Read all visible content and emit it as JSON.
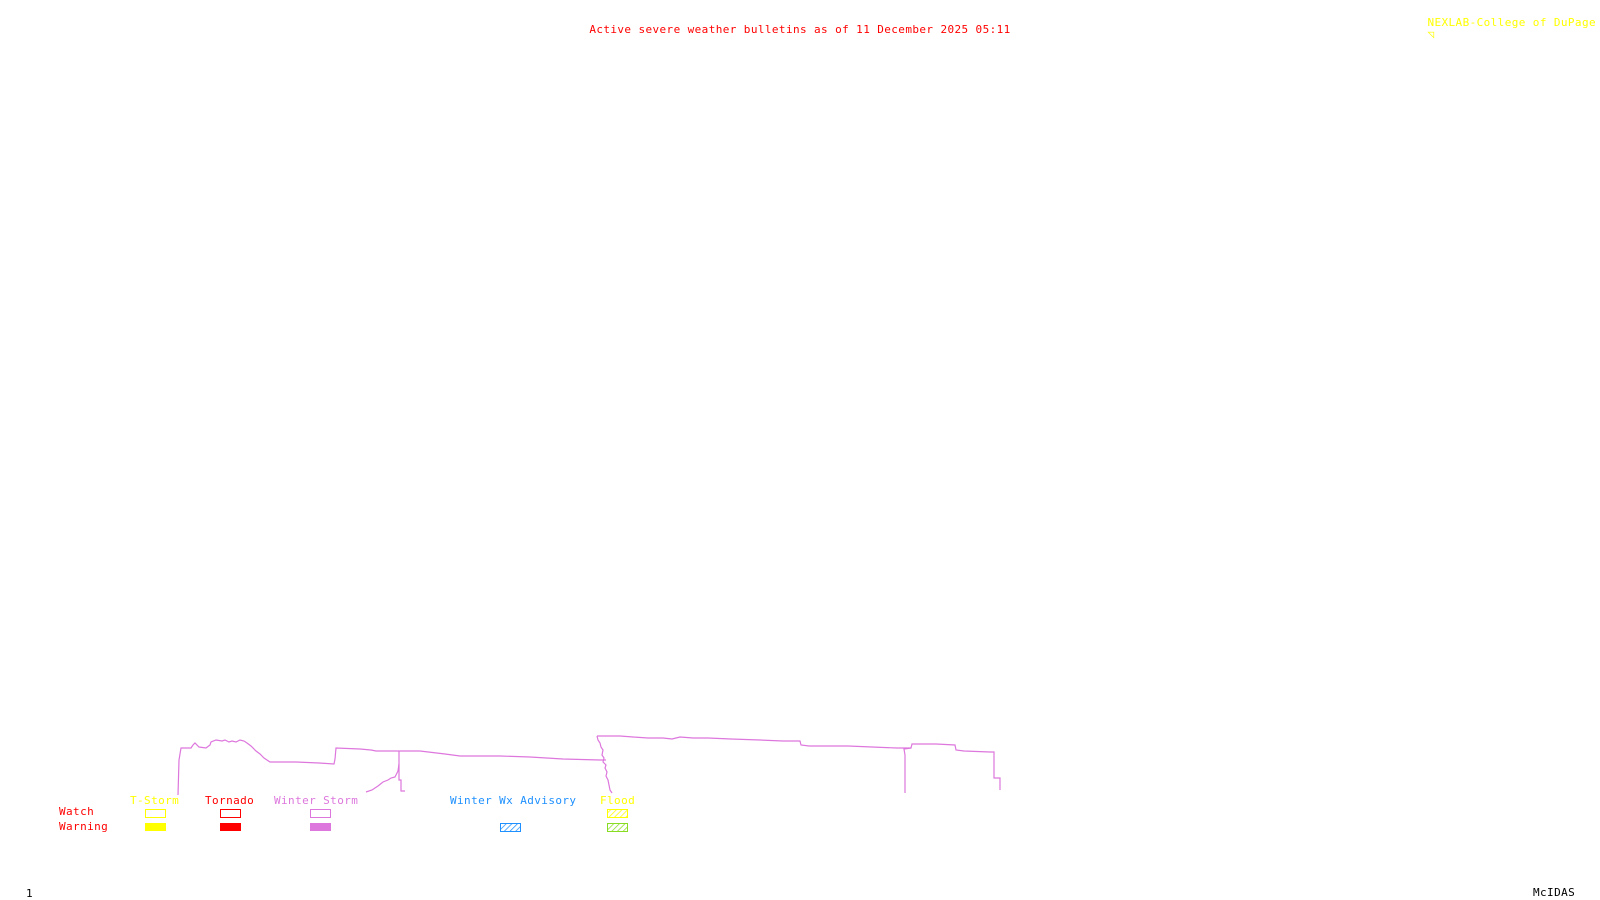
{
  "title": "Active severe weather bulletins as of 11 December 2025 05:11",
  "branding": "NEXLAB-College of DuPage",
  "branding_icon": "nexlab-logo-icon",
  "frame_number": "1",
  "software_label": "McIDAS",
  "colors": {
    "title": "#ff0000",
    "branding": "#ffff00",
    "boundary": "#dd77dd",
    "footer_text": "#000000"
  },
  "legend": {
    "rows": [
      {
        "label": "Watch",
        "color": "#ff0000"
      },
      {
        "label": "Warning",
        "color": "#ff0000"
      }
    ],
    "categories": [
      {
        "label": "T-Storm",
        "color": "#ffff00",
        "watch": {
          "style": "outline",
          "color": "#ffff00"
        },
        "warning": {
          "style": "filled",
          "color": "#ffff00"
        }
      },
      {
        "label": "Tornado",
        "color": "#ff0000",
        "watch": {
          "style": "outline",
          "color": "#ff0000"
        },
        "warning": {
          "style": "filled",
          "color": "#ff0000"
        }
      },
      {
        "label": "Winter Storm",
        "color": "#dd77dd",
        "watch": {
          "style": "outline",
          "color": "#dd77dd"
        },
        "warning": {
          "style": "filled",
          "color": "#dd77dd"
        }
      },
      {
        "label": "Winter Wx Advisory",
        "color": "#1e90ff",
        "watch": null,
        "warning": {
          "style": "hatched",
          "color": "#1e90ff"
        }
      },
      {
        "label": "Flood",
        "color": "#ffff00",
        "watch": {
          "style": "hatched",
          "color": "#ffff00"
        },
        "warning": {
          "style": "hatched",
          "color": "#88dd22"
        }
      }
    ]
  }
}
